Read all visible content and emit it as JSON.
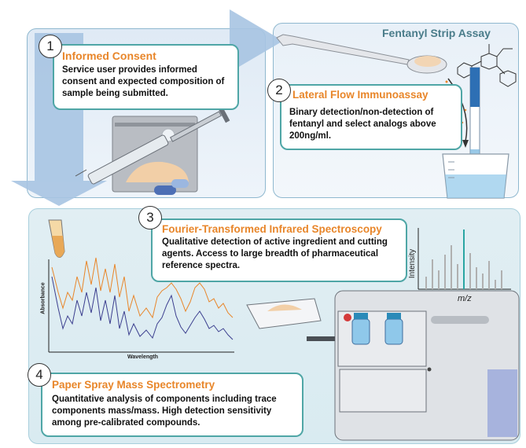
{
  "step1": {
    "number": "1",
    "title": "Informed Consent",
    "text": "Service user provides informed consent and expected composition of sample being submitted."
  },
  "step2": {
    "number": "2",
    "panel_title": "Fentanyl Strip Assay",
    "title": "Lateral Flow Immunoassay",
    "text": "Binary detection/non-detection of fentanyl and select analogs above 200ng/ml."
  },
  "step3": {
    "number": "3",
    "title": "Fourier-Transformed Infrared Spectroscopy",
    "text": "Qualitative detection of active ingredient and cutting agents. Access to large breadth of pharmaceutical reference spectra.",
    "ylabel": "Absorbance",
    "xlabel": "Wavelength"
  },
  "step4": {
    "number": "4",
    "title": "Paper Spray Mass Spectrometry",
    "text": "Quantitative analysis of components including trace components  mass/mass. High detection sensitivity among pre-calibrated compounds.",
    "ylabel": "Intensity",
    "xlabel": "m/z"
  },
  "colors": {
    "accent_orange": "#e8862a",
    "box_border": "#4fa6a6",
    "flow_arrow": "#a7c4e2"
  }
}
